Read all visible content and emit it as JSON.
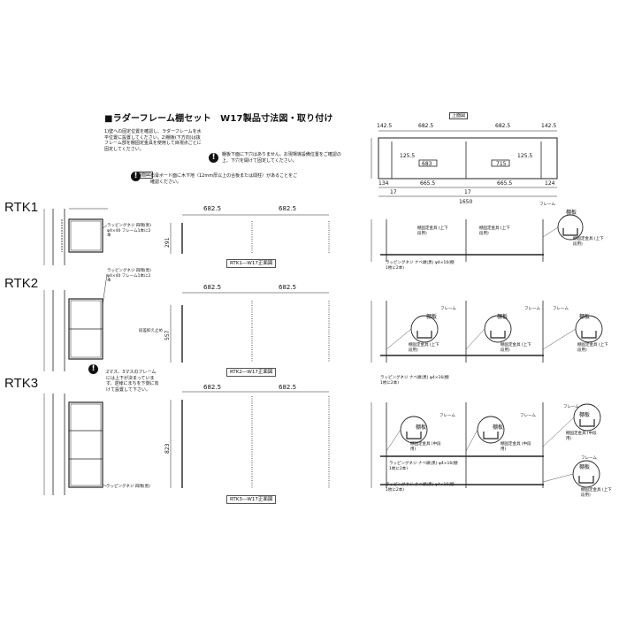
{
  "title": "■ラダーフレーム棚セット　W17製品寸法図・取り付け",
  "notes": "1)壁への固定位置を確認し、ラダーフレームを水平位置に設置してください。2)棚板(下方向)は抜フレーム部を棚固定金具を使用して目視点ごとに固定してください。",
  "side_view_label": "側面図",
  "top_view_label": "上面図",
  "warning_1": "棚板下面に下穴はありません。お現場導設備位置をご確認の上、下穴を開けて固定してください。",
  "warning_2": "石膏ボード面に木下地（12mm厚以上の合板または間柱）があることをご確認ください。",
  "warning_3": "2マス、3マスのフレームには上下が決まっています。逆様にまちを下側に向けて設置して下さい。",
  "rtk": [
    "RTK1",
    "RTK2",
    "RTK3"
  ],
  "captions": [
    "RTK1―W17正面図",
    "RTK2―W17正面図",
    "RTK3―W17正面図"
  ],
  "span_dims": [
    "682.5",
    "682.5"
  ],
  "heights": [
    "291",
    "557",
    "823"
  ],
  "top_dims": {
    "upper": [
      "142.5",
      "682.5",
      "682.5",
      "142.5"
    ],
    "lower": [
      "134",
      "17",
      "665.5",
      "17",
      "665.5",
      "124"
    ],
    "total": "1650",
    "inner": [
      "125.5",
      "125.5",
      "715",
      "683"
    ]
  },
  "labels": {
    "screw_side": "ラッピングネジ 四隅(黒) φ4×40 フレーム1本に2本",
    "screw_bottom": "ラッピングネジ 四隅(黒)",
    "screw_pan": "ラッピングネジ ナベ頭(黒) φ4×16(棚1枚に2本)",
    "bracket": "棚固定金具 (上下段用)",
    "bracket_mid": "棚固定金具 (中段用)",
    "frame": "フレーム",
    "shelf": "棚板",
    "stopper": "段差抑え止め"
  },
  "colors": {
    "line": "#222222",
    "accent": "#000000"
  }
}
